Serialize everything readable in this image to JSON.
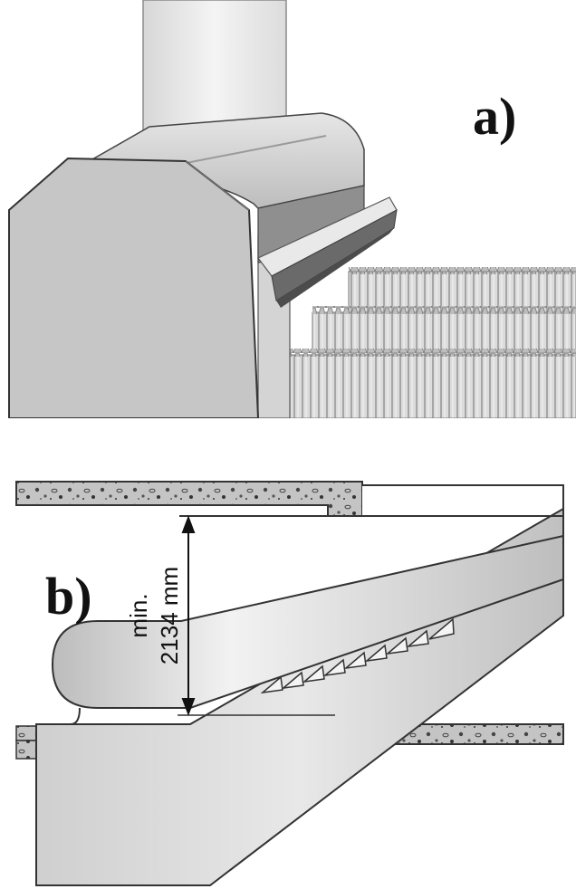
{
  "panel_a": {
    "label": "a)"
  },
  "panel_b": {
    "label": "b)",
    "dimension": {
      "line1": "min.",
      "line2": "2134 mm"
    }
  },
  "colors": {
    "body_gray": "#c9c9c9",
    "light_gray": "#e2e2e2",
    "dark_gray": "#6e6e6e",
    "outline": "#333333",
    "concrete": "#bdbdbd"
  }
}
